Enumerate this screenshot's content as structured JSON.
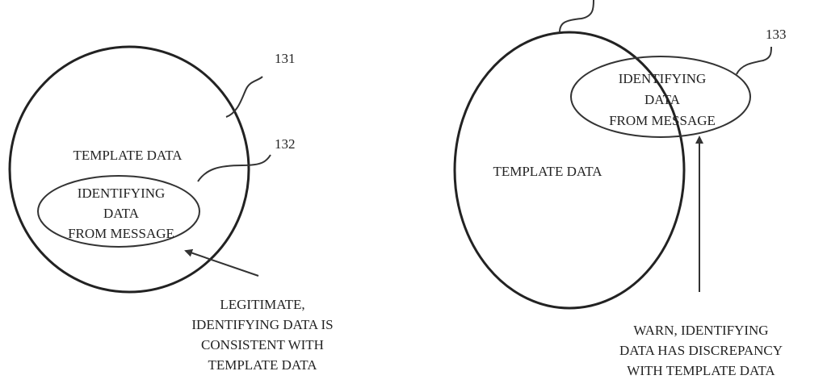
{
  "left_figure": {
    "outer_label": "TEMPLATE DATA",
    "inner_label": [
      "IDENTIFYING",
      "DATA",
      "FROM MESSAGE"
    ],
    "ref_outer": "131",
    "ref_inner": "132",
    "caption": [
      "LEGITIMATE,",
      "IDENTIFYING DATA IS",
      "CONSISTENT WITH",
      "TEMPLATE DATA"
    ]
  },
  "right_figure": {
    "outer_label": "TEMPLATE DATA",
    "inner_label": [
      "IDENTIFYING",
      "DATA",
      "FROM MESSAGE"
    ],
    "ref_inner": "133",
    "caption": [
      "WARN, IDENTIFYING",
      "DATA HAS DISCREPANCY",
      "WITH TEMPLATE DATA"
    ]
  }
}
